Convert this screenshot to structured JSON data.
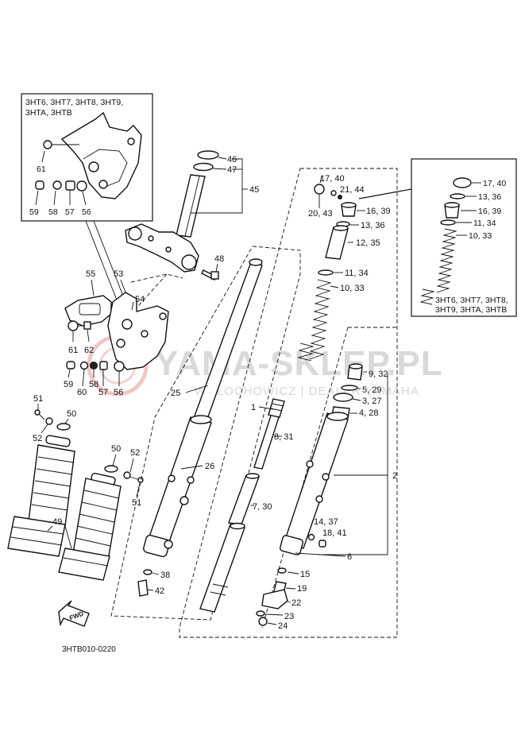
{
  "diagram_code": "3HTB010-0220",
  "watermark": {
    "main": "YAMA-SKLEP.PL",
    "sub": "WOLOCHOWICZ | DEALER YAMAHA"
  },
  "inset_top_left": {
    "models": [
      "3HT6, 3HT7, 3HT8, 3HT9,",
      "3HTA, 3HTB"
    ],
    "labels": [
      "61",
      "59",
      "58",
      "57",
      "56"
    ]
  },
  "inset_right": {
    "models": [
      "3HT6, 3HT7, 3HT8,",
      "3HT9, 3HTA, 3HTB"
    ],
    "labels": [
      "17, 40",
      "13, 36",
      "16, 39",
      "11, 34",
      "10, 33"
    ]
  },
  "labels": {
    "l46": "46",
    "l47": "47",
    "l45": "45",
    "l48": "48",
    "l55": "55",
    "l53": "53",
    "l54": "54",
    "l61": "61",
    "l62": "62",
    "l59": "59",
    "l60": "60",
    "l58": "58",
    "l57": "57",
    "l56": "56",
    "l51a": "51",
    "l50a": "50",
    "l52a": "52",
    "l49": "49",
    "l50b": "50",
    "l52b": "52",
    "l51b": "51",
    "l25": "25",
    "l26": "26",
    "l38": "38",
    "l42": "42",
    "l17_40": "17, 40",
    "l21_44": "21, 44",
    "l20_43": "20, 43",
    "l16_39": "16, 39",
    "l13_36": "13, 36",
    "l12_35": "12, 35",
    "l11_34": "11, 34",
    "l10_33": "10, 33",
    "l9_32": "9, 32",
    "l5_29": "5, 29",
    "l3_27": "3, 27",
    "l4_28": "4, 28",
    "l1": "1",
    "l8_31": "8, 31",
    "l7_30": "7, 30",
    "l2": "2",
    "l14_37": "14, 37",
    "l18_41": "18, 41",
    "l6": "6",
    "l15": "15",
    "l19": "19",
    "l22": "22",
    "l23": "23",
    "l24": "24"
  },
  "fwd_arrow": "FWD"
}
